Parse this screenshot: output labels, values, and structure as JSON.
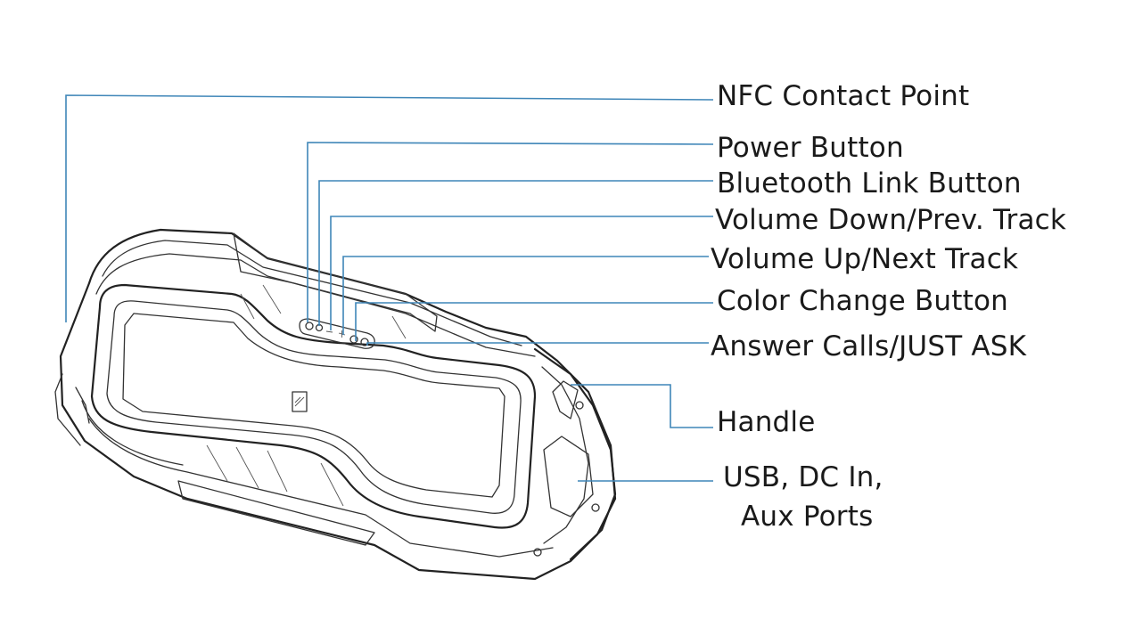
{
  "labels": {
    "nfc": "NFC Contact Point",
    "power": "Power Button",
    "bluetooth": "Bluetooth Link Button",
    "vol_down": "Volume Down/Prev. Track",
    "vol_up": "Volume Up/Next Track",
    "color": "Color Change Button",
    "answer": "Answer Calls/JUST ASK",
    "handle": "Handle",
    "ports_line1": "USB, DC In,",
    "ports_line2": "Aux Ports"
  },
  "colors": {
    "leader_line": "#3f86b8",
    "outline": "#222222",
    "label_text": "#1a1a1a"
  }
}
